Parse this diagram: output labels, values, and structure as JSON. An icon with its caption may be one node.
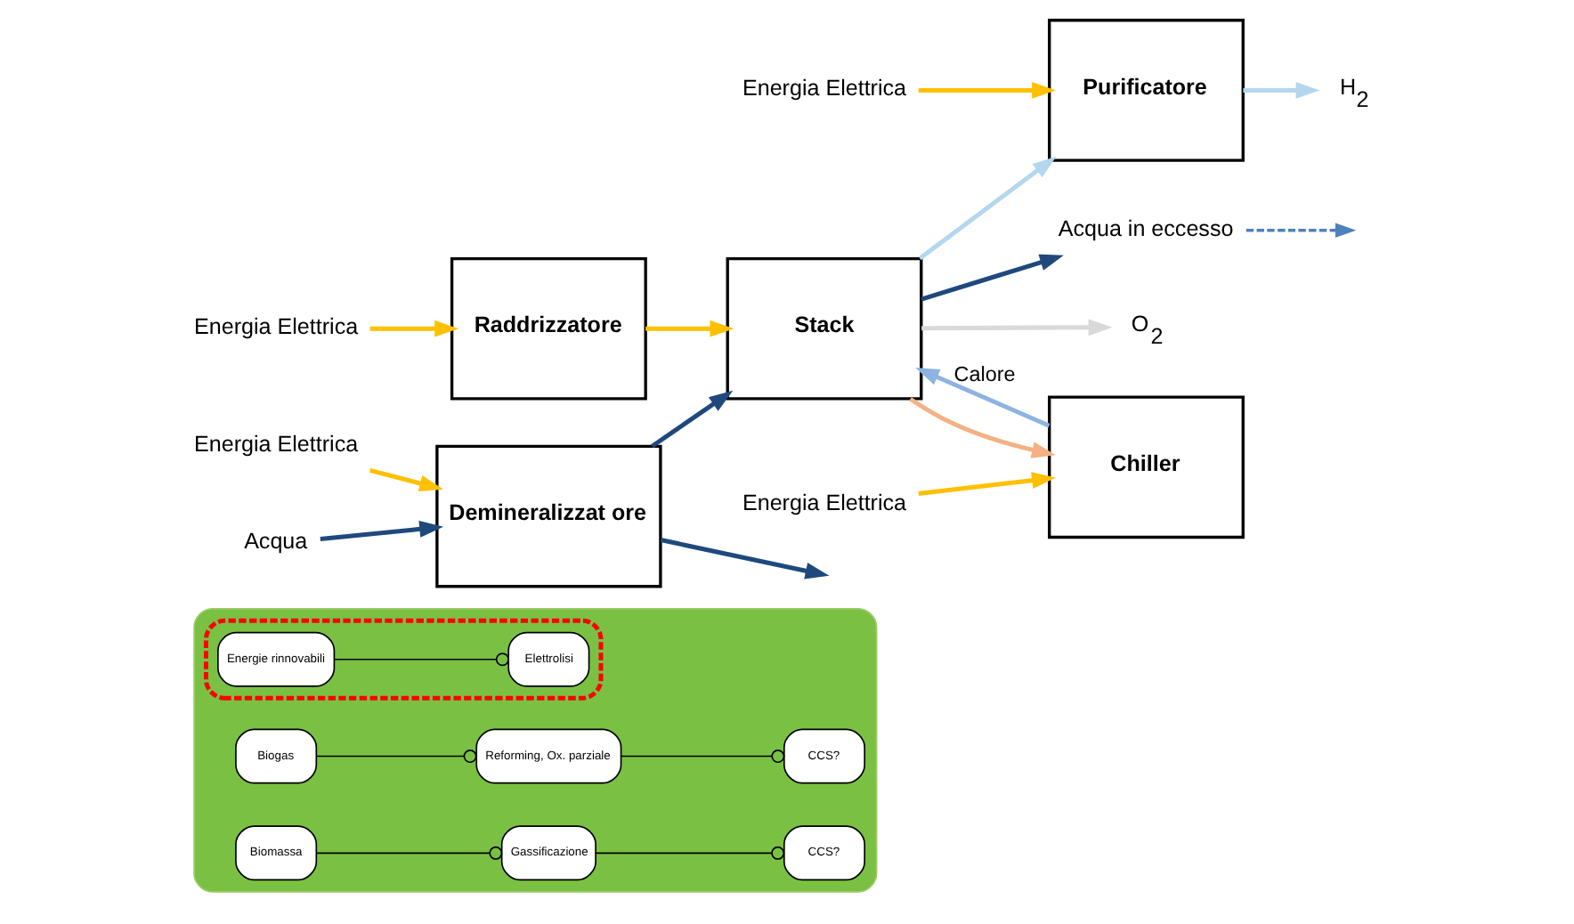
{
  "diagram": {
    "nodes": [
      {
        "text": [],
        "shape": "box"
      },
      {
        "text": [],
        "shape": "box",
        "in": 0
      },
      {
        "text": [
          "Energie rinnovabili"
        ],
        "in": 1
      },
      {
        "text": [
          "Elettrolisi"
        ],
        "in": 1
      },
      {
        "text": [
          "Biogas"
        ],
        "in": 0
      },
      {
        "text": [
          "Reforming, Ox. parziale"
        ],
        "in": 0
      },
      {
        "text": [
          "CCS?"
        ],
        "in": 0
      },
      {
        "text": [
          "Biomassa"
        ],
        "in": 0
      },
      {
        "text": [
          "Gassificazione"
        ],
        "in": 0
      },
      {
        "text": [
          "CCS?"
        ],
        "in": 0
      },
      {
        "text": [
          "Energia Elettrica"
        ]
      },
      {
        "text": [
          "Raddrizzatore"
        ]
      },
      {
        "text": [
          "Energia Elettrica"
        ]
      },
      {
        "text": [
          "Energia Elettrica"
        ]
      },
      {
        "text": [
          "H$_{2}$"
        ]
      },
      {
        "text": [
          "Acqua"
        ]
      },
      {
        "text": [
          "Demineralizzat ore"
        ]
      },
      {
        "text": [
          "Stack"
        ]
      },
      {
        "text": [
          "Purificatore"
        ]
      },
      {
        "text": [
          "O$_{2}$"
        ]
      },
      {
        "text": [
          "Chiller"
        ]
      },
      {
        "text": [
          "Acqua in eccesso"
        ]
      },
      {
        "text": [
          "Energia Elettrica"
        ]
      }
    ],
    "edges": [
      {
        "from": 2,
        "to": 3,
        "arrow": "other"
      },
      {
        "from": 4,
        "to": 5,
        "arrow": "other"
      },
      {
        "from": 5,
        "to": 6,
        "arrow": "other"
      },
      {
        "from": 7,
        "to": 8,
        "arrow": "other"
      },
      {
        "from": 8,
        "to": 9,
        "arrow": "other"
      },
      {
        "from": 10,
        "to": 11,
        "arrow": "to",
        "color": "#ffc000"
      },
      {
        "from": 11,
        "to": 17,
        "arrow": "to",
        "color": "#ffc000"
      },
      {
        "from": 12,
        "to": 16,
        "arrow": "to",
        "color": "#ffc000"
      },
      {
        "from": 13,
        "to": 18,
        "arrow": "to",
        "color": "#ffc000"
      },
      {
        "from": 15,
        "to": 16,
        "arrow": "to",
        "color": "#1f497d"
      },
      {
        "from": 16,
        "to": 17,
        "arrow": "to",
        "color": "#1f497d"
      },
      {
        "from": 17,
        "to": 18,
        "arrow": "to",
        "color": "#b4d7ee"
      },
      {
        "from": 18,
        "to": 14,
        "arrow": "to",
        "color": "#b4d7ee"
      },
      {
        "from": 17,
        "to": 19,
        "arrow": "to",
        "color": "#d9d9d9"
      },
      {
        "from": 17,
        "to": 20,
        "arrow": "to",
        "color": "#f4b183"
      },
      {
        "from": 20,
        "to": 17,
        "arrow": "to",
        "label": "Calore",
        "color": "#8db3e2"
      },
      {
        "from": 17,
        "to": 21,
        "arrow": "to",
        "color": "#1f497d"
      },
      {
        "from": 16,
        "to": null,
        "arrow": "to",
        "color": "#1f497d"
      },
      {
        "from": 21,
        "to": null,
        "arrow": "to",
        "style": "dashed",
        "color": "#4f81bd"
      },
      {
        "from": 22,
        "to": 20,
        "arrow": "to",
        "color": "#ffc000"
      }
    ]
  }
}
